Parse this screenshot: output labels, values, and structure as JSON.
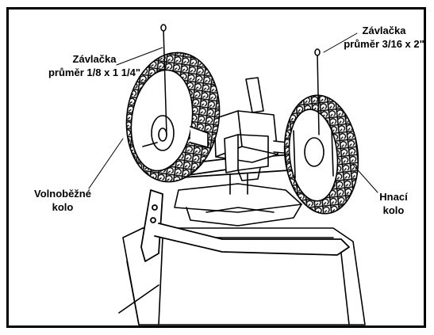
{
  "labels": {
    "cotter_pin_left": {
      "line1": "Závlačka",
      "line2": "průměr 1/8 x 1 1/4\""
    },
    "cotter_pin_right": {
      "line1": "Závlačka",
      "line2": "průměr 3/16 x 2\""
    },
    "free_wheel": {
      "line1": "Volnoběžné",
      "line2": "kolo"
    },
    "drive_wheel": {
      "line1": "Hnací",
      "line2": "kolo"
    }
  },
  "colors": {
    "ink": "#000000",
    "background": "#ffffff"
  }
}
